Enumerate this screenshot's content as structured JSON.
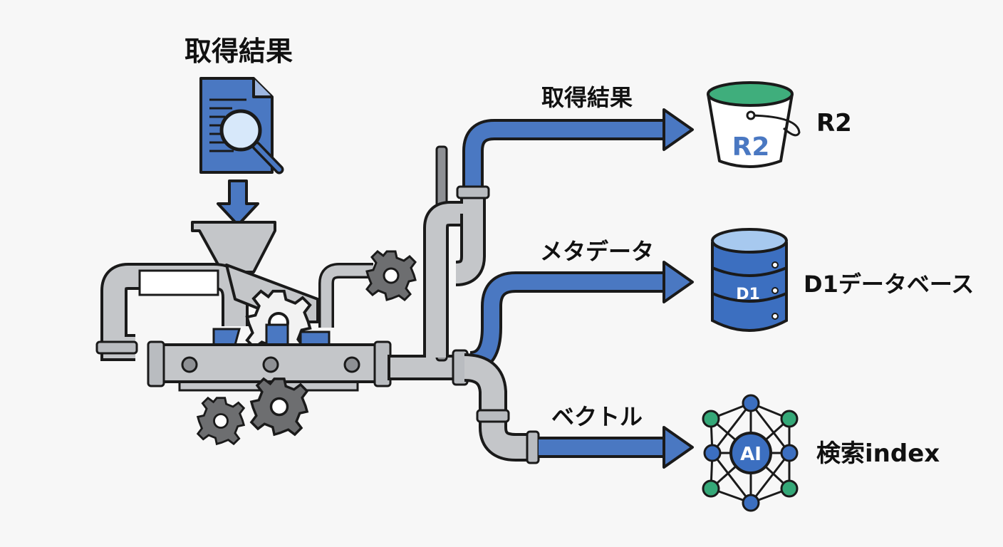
{
  "source": {
    "title": "取得結果"
  },
  "flows": [
    {
      "label": "取得結果",
      "target": "R2"
    },
    {
      "label": "メタデータ",
      "target": "D1データベース"
    },
    {
      "label": "ベクトル",
      "target": "検索index"
    }
  ],
  "icons": {
    "bucket": {
      "text": "R2"
    },
    "database": {
      "text": "D1"
    },
    "network": {
      "text": "AI"
    }
  },
  "colors": {
    "pipe_blue": "#4a78c2",
    "pipe_gray": "#c4c6c9",
    "outline": "#1a1a1a",
    "bucket_green": "#3fae7c",
    "db_blue": "#3c6fc0",
    "node_green": "#35a878",
    "gear_gray": "#6d6e70"
  }
}
